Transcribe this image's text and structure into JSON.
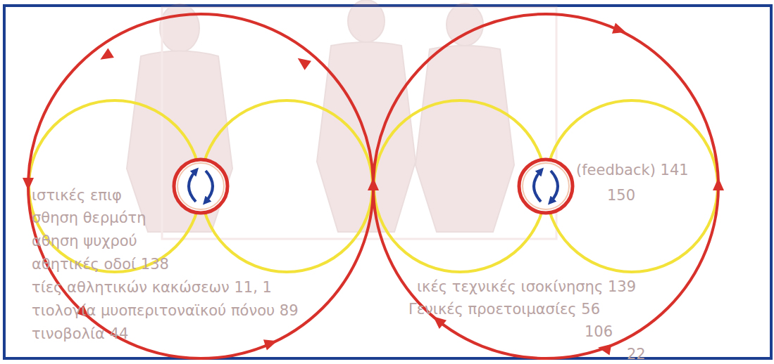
{
  "diagram": {
    "labels": [
      "ιστικές επιφ",
      "σθηση θερμότη",
      "αθηση ψυχρού",
      "αθητικές οδοί 138",
      "τίες αθλητικών κακώσεων 11, 1",
      "τιολογία μυοπεριτοναϊκού πόνου 89",
      "τινοβολία 44",
      "(feedback) 141",
      "150",
      "ικές τεχνικές ισοκίνησης 139",
      "Γενικές προετοιμασίες 56",
      "106",
      "22"
    ]
  }
}
